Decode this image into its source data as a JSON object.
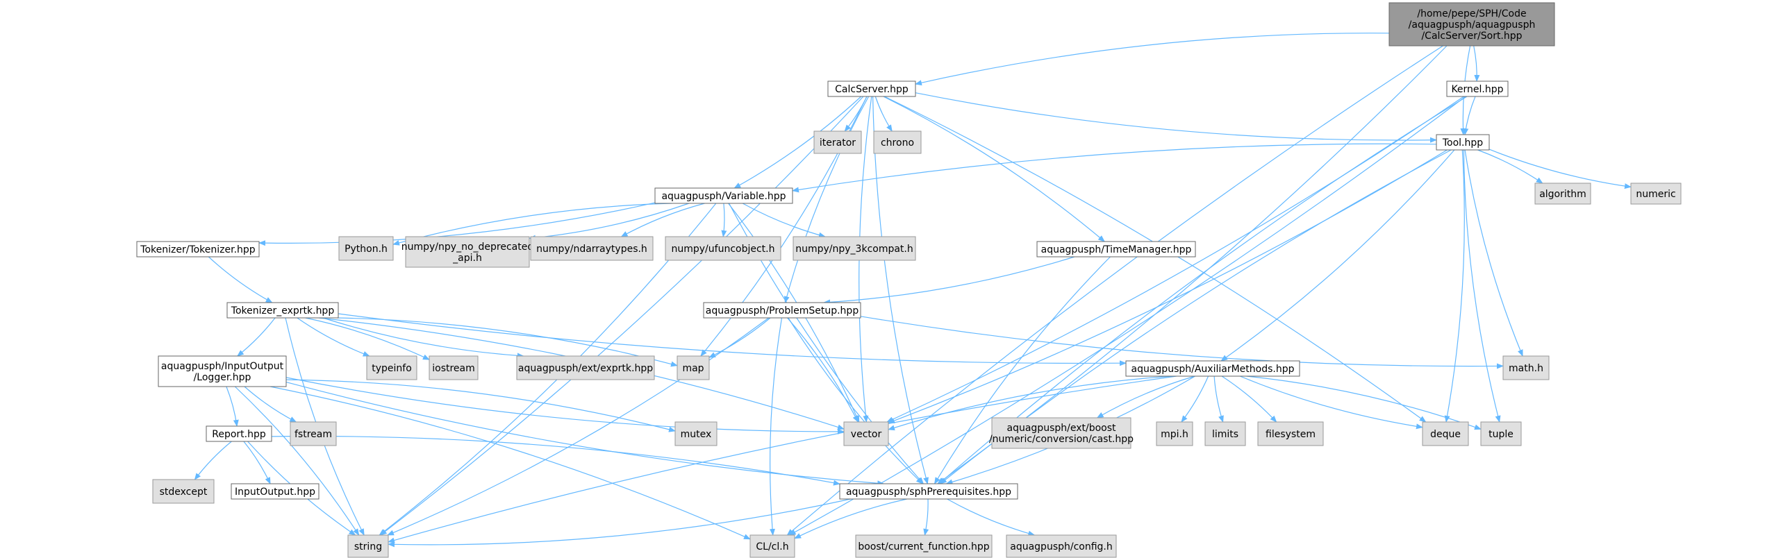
{
  "colors": {
    "edge": "#63b8ff",
    "root_fill": "#999999",
    "root_stroke": "#666666",
    "local_fill": "#ffffff",
    "local_stroke": "#666666",
    "system_fill": "#e0e0e0",
    "system_stroke": "#999999"
  },
  "nodes": [
    {
      "id": "sort",
      "kind": "root",
      "lines": [
        "/home/pepe/SPH/Code",
        "/aquagpusph/aquagpusph",
        "/CalcServer/Sort.hpp"
      ]
    },
    {
      "id": "calcserver",
      "kind": "local",
      "lines": [
        "CalcServer.hpp"
      ]
    },
    {
      "id": "kernel",
      "kind": "local",
      "lines": [
        "Kernel.hpp"
      ]
    },
    {
      "id": "tool",
      "kind": "local",
      "lines": [
        "Tool.hpp"
      ]
    },
    {
      "id": "iterator",
      "kind": "system",
      "lines": [
        "iterator"
      ]
    },
    {
      "id": "chrono",
      "kind": "system",
      "lines": [
        "chrono"
      ]
    },
    {
      "id": "algorithm",
      "kind": "system",
      "lines": [
        "algorithm"
      ]
    },
    {
      "id": "numeric",
      "kind": "system",
      "lines": [
        "numeric"
      ]
    },
    {
      "id": "variable",
      "kind": "local",
      "lines": [
        "aquagpusph/Variable.hpp"
      ]
    },
    {
      "id": "tokenizer",
      "kind": "local",
      "lines": [
        "Tokenizer/Tokenizer.hpp"
      ]
    },
    {
      "id": "pythonh",
      "kind": "system",
      "lines": [
        "Python.h"
      ]
    },
    {
      "id": "npydep",
      "kind": "system",
      "lines": [
        "numpy/npy_no_deprecated",
        "_api.h"
      ]
    },
    {
      "id": "ndarray",
      "kind": "system",
      "lines": [
        "numpy/ndarraytypes.h"
      ]
    },
    {
      "id": "ufunc",
      "kind": "system",
      "lines": [
        "numpy/ufuncobject.h"
      ]
    },
    {
      "id": "npy3k",
      "kind": "system",
      "lines": [
        "numpy/npy_3kcompat.h"
      ]
    },
    {
      "id": "timemanager",
      "kind": "local",
      "lines": [
        "aquagpusph/TimeManager.hpp"
      ]
    },
    {
      "id": "tokexprtk",
      "kind": "local",
      "lines": [
        "Tokenizer_exprtk.hpp"
      ]
    },
    {
      "id": "problemsetup",
      "kind": "local",
      "lines": [
        "aquagpusph/ProblemSetup.hpp"
      ]
    },
    {
      "id": "logger",
      "kind": "local",
      "lines": [
        "aquagpusph/InputOutput",
        "/Logger.hpp"
      ]
    },
    {
      "id": "typeinfo",
      "kind": "system",
      "lines": [
        "typeinfo"
      ]
    },
    {
      "id": "iostream",
      "kind": "system",
      "lines": [
        "iostream"
      ]
    },
    {
      "id": "exprtk",
      "kind": "system",
      "lines": [
        "aquagpusph/ext/exprtk.hpp"
      ]
    },
    {
      "id": "map",
      "kind": "system",
      "lines": [
        "map"
      ]
    },
    {
      "id": "auxiliar",
      "kind": "local",
      "lines": [
        "aquagpusph/AuxiliarMethods.hpp"
      ]
    },
    {
      "id": "mathh",
      "kind": "system",
      "lines": [
        "math.h"
      ]
    },
    {
      "id": "report",
      "kind": "local",
      "lines": [
        "Report.hpp"
      ]
    },
    {
      "id": "fstream",
      "kind": "system",
      "lines": [
        "fstream"
      ]
    },
    {
      "id": "mutex",
      "kind": "system",
      "lines": [
        "mutex"
      ]
    },
    {
      "id": "vector",
      "kind": "system",
      "lines": [
        "vector"
      ]
    },
    {
      "id": "boostcast",
      "kind": "system",
      "lines": [
        "aquagpusph/ext/boost",
        "/numeric/conversion/cast.hpp"
      ]
    },
    {
      "id": "mpih",
      "kind": "system",
      "lines": [
        "mpi.h"
      ]
    },
    {
      "id": "limits",
      "kind": "system",
      "lines": [
        "limits"
      ]
    },
    {
      "id": "filesystem",
      "kind": "system",
      "lines": [
        "filesystem"
      ]
    },
    {
      "id": "deque",
      "kind": "system",
      "lines": [
        "deque"
      ]
    },
    {
      "id": "tuple",
      "kind": "system",
      "lines": [
        "tuple"
      ]
    },
    {
      "id": "stdexcept",
      "kind": "system",
      "lines": [
        "stdexcept"
      ]
    },
    {
      "id": "inputoutput",
      "kind": "local",
      "lines": [
        "InputOutput.hpp"
      ]
    },
    {
      "id": "sphprereq",
      "kind": "local",
      "lines": [
        "aquagpusph/sphPrerequisites.hpp"
      ]
    },
    {
      "id": "string",
      "kind": "system",
      "lines": [
        "string"
      ]
    },
    {
      "id": "clh",
      "kind": "system",
      "lines": [
        "CL/cl.h"
      ]
    },
    {
      "id": "boostfunc",
      "kind": "system",
      "lines": [
        "boost/current_function.hpp"
      ]
    },
    {
      "id": "config",
      "kind": "system",
      "lines": [
        "aquagpusph/config.h"
      ]
    }
  ],
  "edges": [
    [
      "sort",
      "calcserver"
    ],
    [
      "sort",
      "kernel"
    ],
    [
      "sort",
      "tool"
    ],
    [
      "sort",
      "sphprereq"
    ],
    [
      "sort",
      "clh"
    ],
    [
      "calcserver",
      "iterator"
    ],
    [
      "calcserver",
      "chrono"
    ],
    [
      "calcserver",
      "variable"
    ],
    [
      "calcserver",
      "tool"
    ],
    [
      "calcserver",
      "timemanager"
    ],
    [
      "calcserver",
      "problemsetup"
    ],
    [
      "calcserver",
      "map"
    ],
    [
      "calcserver",
      "vector"
    ],
    [
      "calcserver",
      "deque"
    ],
    [
      "calcserver",
      "sphprereq"
    ],
    [
      "calcserver",
      "string"
    ],
    [
      "kernel",
      "tool"
    ],
    [
      "kernel",
      "vector"
    ],
    [
      "kernel",
      "sphprereq"
    ],
    [
      "kernel",
      "clh"
    ],
    [
      "tool",
      "variable"
    ],
    [
      "tool",
      "algorithm"
    ],
    [
      "tool",
      "numeric"
    ],
    [
      "tool",
      "auxiliar"
    ],
    [
      "tool",
      "mathh"
    ],
    [
      "tool",
      "deque"
    ],
    [
      "tool",
      "tuple"
    ],
    [
      "tool",
      "vector"
    ],
    [
      "tool",
      "sphprereq"
    ],
    [
      "variable",
      "tokenizer"
    ],
    [
      "variable",
      "pythonh"
    ],
    [
      "variable",
      "npydep"
    ],
    [
      "variable",
      "ndarray"
    ],
    [
      "variable",
      "ufunc"
    ],
    [
      "variable",
      "npy3k"
    ],
    [
      "variable",
      "vector"
    ],
    [
      "variable",
      "sphprereq"
    ],
    [
      "variable",
      "string"
    ],
    [
      "tokenizer",
      "tokexprtk"
    ],
    [
      "timemanager",
      "problemsetup"
    ],
    [
      "timemanager",
      "sphprereq"
    ],
    [
      "problemsetup",
      "map"
    ],
    [
      "problemsetup",
      "mathh"
    ],
    [
      "problemsetup",
      "vector"
    ],
    [
      "problemsetup",
      "sphprereq"
    ],
    [
      "problemsetup",
      "string"
    ],
    [
      "problemsetup",
      "clh"
    ],
    [
      "tokexprtk",
      "logger"
    ],
    [
      "tokexprtk",
      "typeinfo"
    ],
    [
      "tokexprtk",
      "iostream"
    ],
    [
      "tokexprtk",
      "exprtk"
    ],
    [
      "tokexprtk",
      "map"
    ],
    [
      "tokexprtk",
      "auxiliar"
    ],
    [
      "tokexprtk",
      "vector"
    ],
    [
      "tokexprtk",
      "string"
    ],
    [
      "logger",
      "report"
    ],
    [
      "logger",
      "fstream"
    ],
    [
      "logger",
      "mutex"
    ],
    [
      "logger",
      "vector"
    ],
    [
      "logger",
      "string"
    ],
    [
      "logger",
      "sphprereq"
    ],
    [
      "logger",
      "clh"
    ],
    [
      "report",
      "stdexcept"
    ],
    [
      "report",
      "inputoutput"
    ],
    [
      "report",
      "string"
    ],
    [
      "report",
      "sphprereq"
    ],
    [
      "auxiliar",
      "boostcast"
    ],
    [
      "auxiliar",
      "mpih"
    ],
    [
      "auxiliar",
      "limits"
    ],
    [
      "auxiliar",
      "filesystem"
    ],
    [
      "auxiliar",
      "deque"
    ],
    [
      "auxiliar",
      "tuple"
    ],
    [
      "auxiliar",
      "vector"
    ],
    [
      "auxiliar",
      "sphprereq"
    ],
    [
      "auxiliar",
      "string"
    ],
    [
      "sphprereq",
      "string"
    ],
    [
      "sphprereq",
      "clh"
    ],
    [
      "sphprereq",
      "boostfunc"
    ],
    [
      "sphprereq",
      "config"
    ]
  ]
}
